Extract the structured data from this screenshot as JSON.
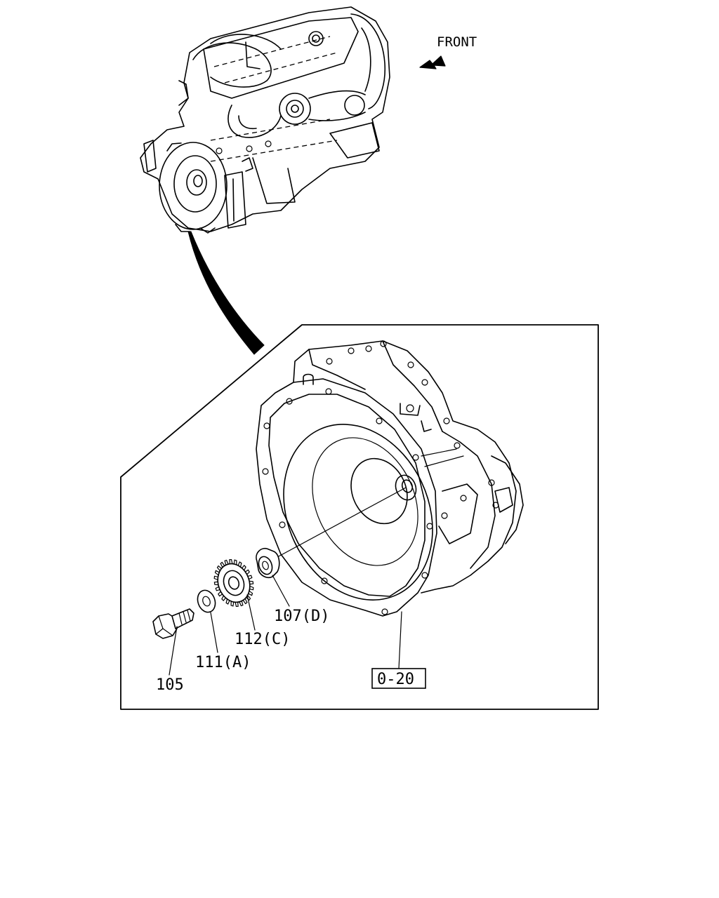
{
  "direction_label": "FRONT",
  "callouts": {
    "bolt": "105",
    "washer": "111(A)",
    "gear": "112(C)",
    "bushing": "107(D)",
    "housing_ref": "0-20"
  }
}
